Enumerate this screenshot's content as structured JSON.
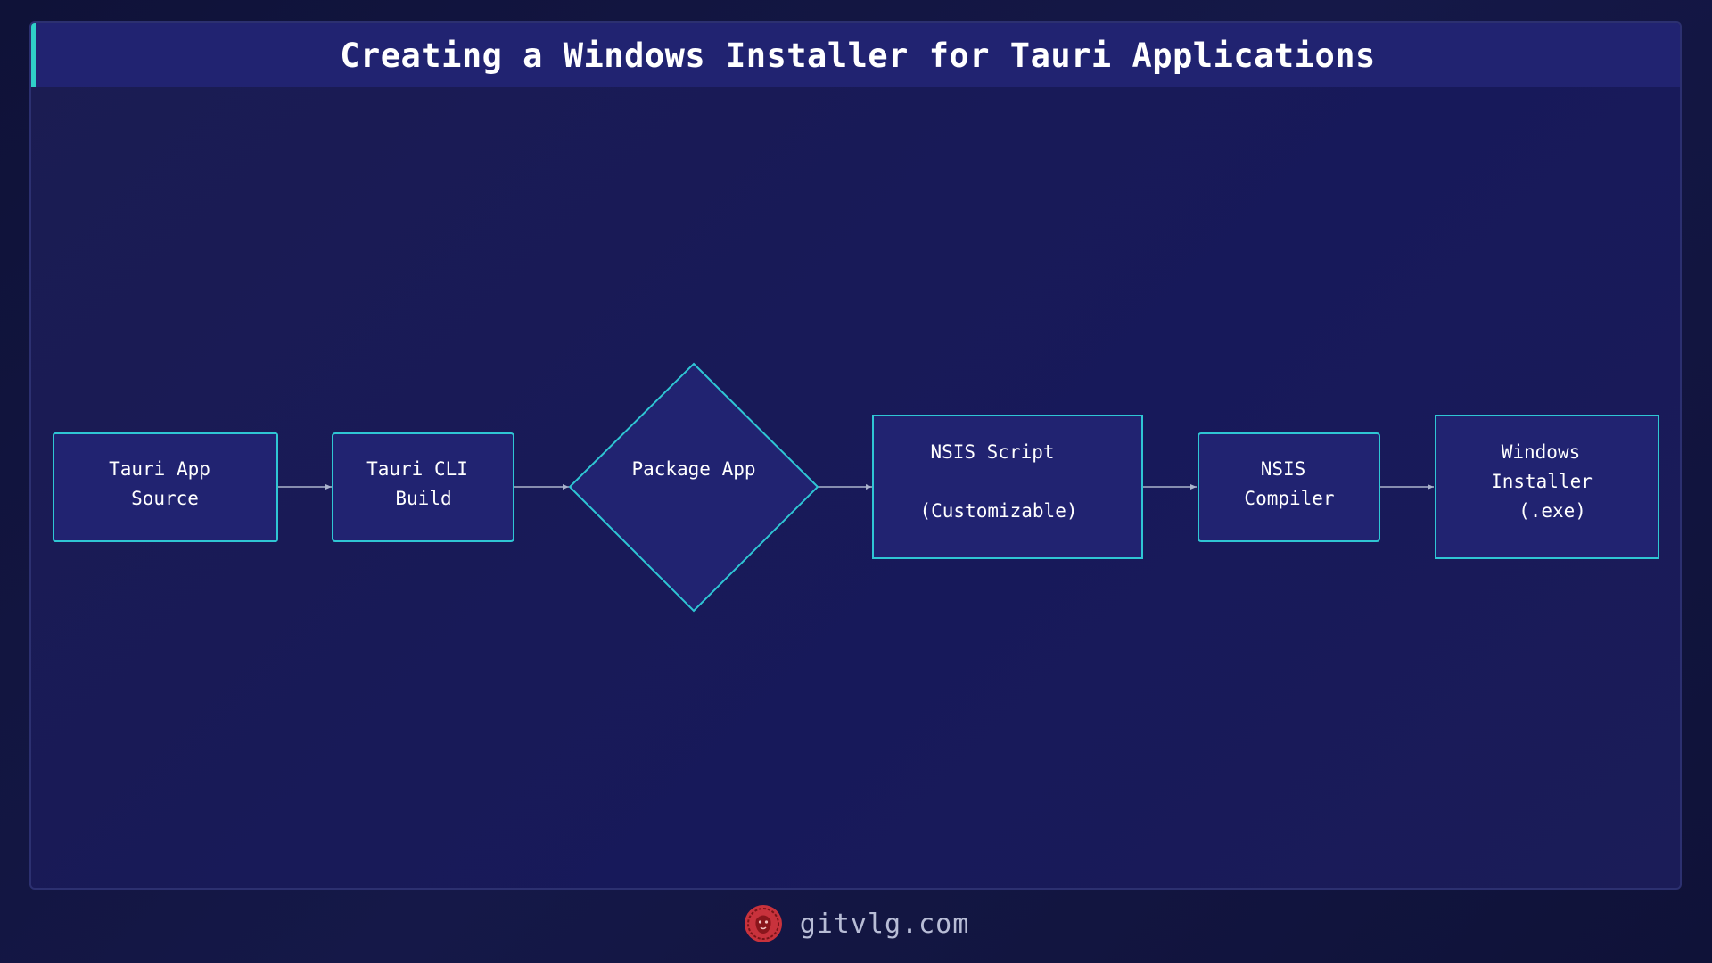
{
  "title": "Creating a Windows Installer for Tauri Applications",
  "colors": {
    "node_fill": "#212371",
    "node_border": "#2fc6d4",
    "edge": "#aab3cc",
    "accent": "#2fd0c8",
    "logo": "#c8323c"
  },
  "nodes": [
    {
      "id": "tauri-app-source",
      "shape": "rect",
      "lines": [
        "Tauri App",
        "Source"
      ]
    },
    {
      "id": "tauri-cli-build",
      "shape": "rect",
      "lines": [
        "Tauri CLI",
        "Build"
      ]
    },
    {
      "id": "package-app",
      "shape": "diamond",
      "lines": [
        "Package App"
      ]
    },
    {
      "id": "nsis-script",
      "shape": "rect",
      "lines": [
        "NSIS Script",
        "",
        "(Customizable)"
      ]
    },
    {
      "id": "nsis-compiler",
      "shape": "rect",
      "lines": [
        "NSIS",
        "Compiler"
      ]
    },
    {
      "id": "windows-installer",
      "shape": "rect",
      "lines": [
        "Windows",
        "Installer",
        "(.exe)"
      ]
    }
  ],
  "edges": [
    {
      "from": "tauri-app-source",
      "to": "tauri-cli-build"
    },
    {
      "from": "tauri-cli-build",
      "to": "package-app"
    },
    {
      "from": "package-app",
      "to": "nsis-script"
    },
    {
      "from": "nsis-script",
      "to": "nsis-compiler"
    },
    {
      "from": "nsis-compiler",
      "to": "windows-installer"
    }
  ],
  "footer": {
    "logo_icon": "lion-logo-icon",
    "site": "gitvlg.com"
  }
}
